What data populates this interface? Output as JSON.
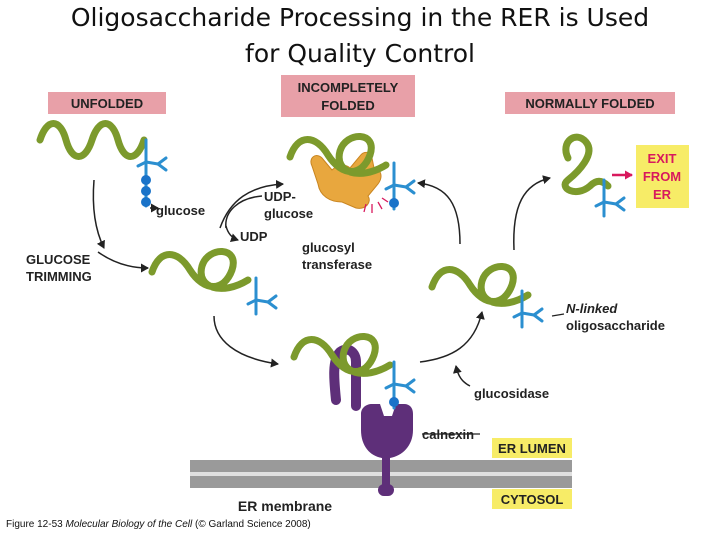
{
  "title": {
    "line1": "Oligosaccharide Processing in the RER is Used",
    "line2": "for Quality Control"
  },
  "state_labels": {
    "unfolded": "UNFOLDED",
    "incompletely_folded_1": "INCOMPLETELY",
    "incompletely_folded_2": "FOLDED",
    "normally_folded": "NORMALLY FOLDED"
  },
  "exit_label": [
    "EXIT",
    "FROM",
    "ER"
  ],
  "labels": {
    "glucose": "glucose",
    "udp_glucose_1": "UDP-",
    "udp_glucose_2": "glucose",
    "udp": "UDP",
    "glucosyl_1": "glucosyl",
    "glucosyl_2": "transferase",
    "glucose_trimming_1": "GLUCOSE",
    "glucose_trimming_2": "TRIMMING",
    "n_linked_1": "N-linked",
    "n_linked_2": "oligosaccharide",
    "glucosidase": "glucosidase",
    "calnexin": "calnexin",
    "er_membrane": "ER membrane"
  },
  "compartments": {
    "er_lumen": "ER LUMEN",
    "cytosol": "CYTOSOL"
  },
  "caption": {
    "prefix": "Figure 12-53 ",
    "book": "Molecular Biology of the Cell",
    "suffix": " (© Garland Science 2008)"
  },
  "colors": {
    "protein_chain": "#7c9a2c",
    "sugar_tree": "#2b8fd0",
    "glucose": "#1a73c9",
    "enzyme_transferase": "#e8a73e",
    "calnexin": "#5e2f79",
    "pink_label": "#e8a0a8",
    "yellow_label": "#f7ec67",
    "exit_text": "#d8195d",
    "membrane": "#9a9a9a",
    "arrow": "#222222"
  }
}
